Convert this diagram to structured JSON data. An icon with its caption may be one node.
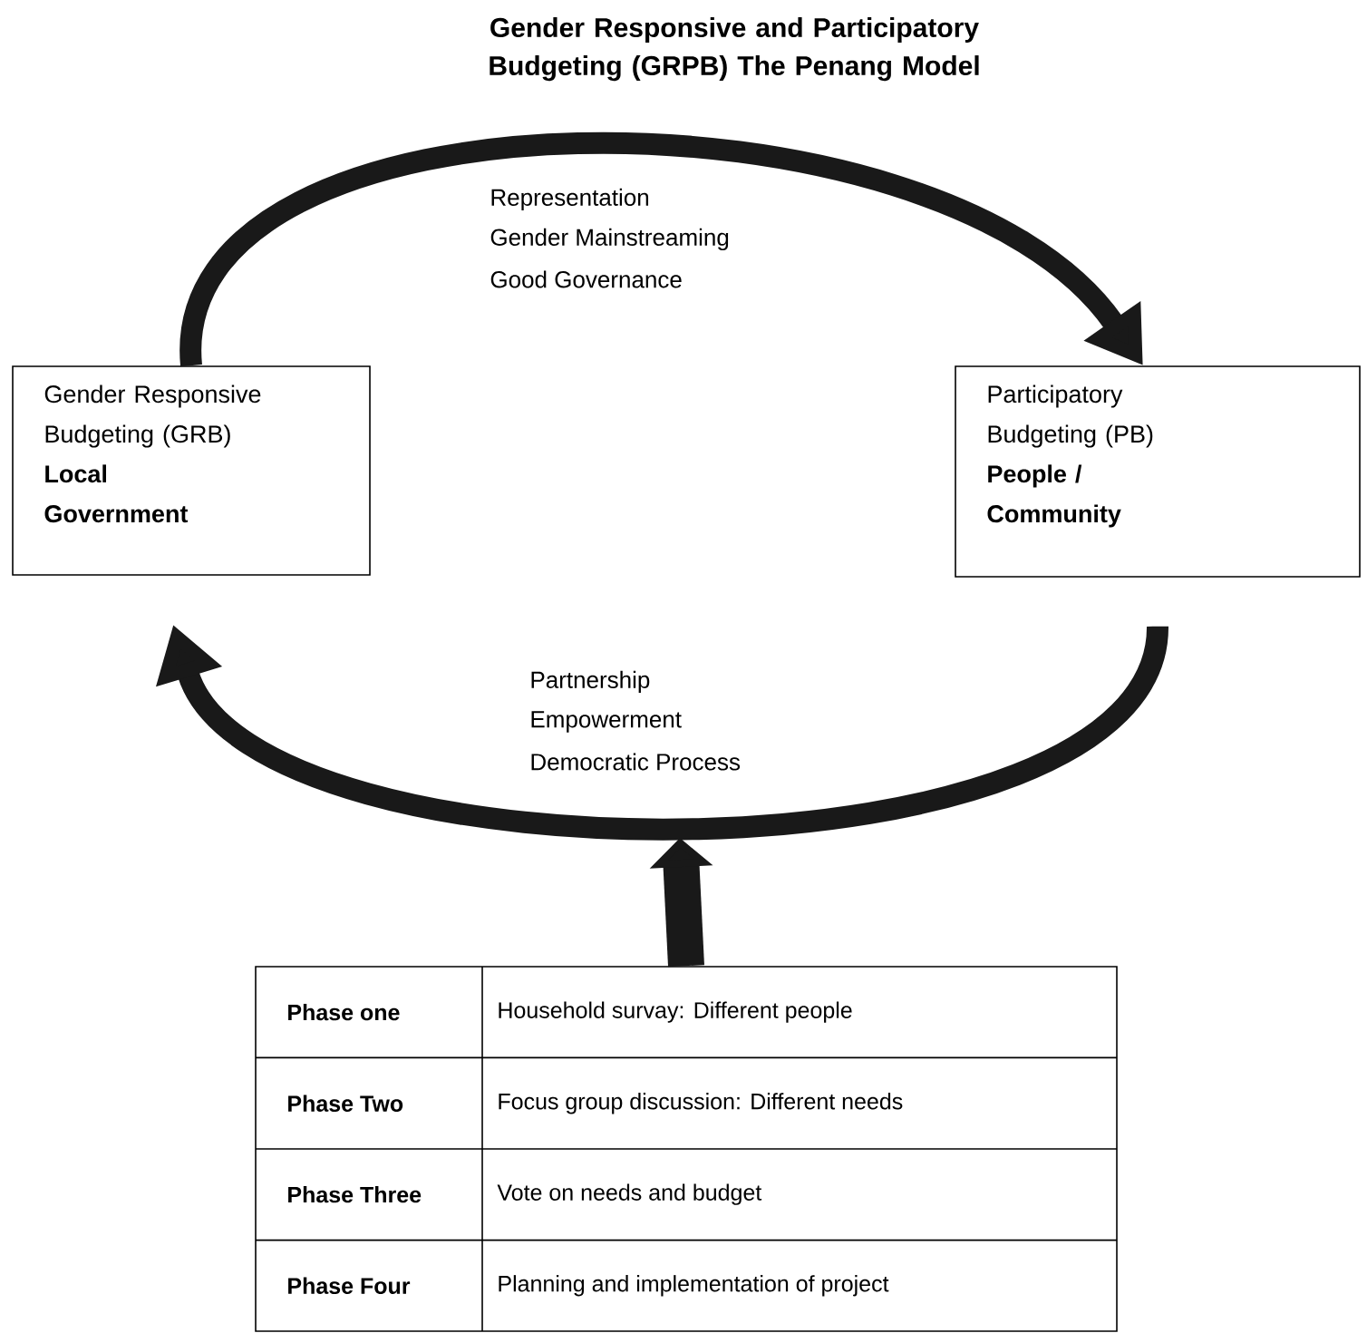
{
  "diagram": {
    "title": "Gender Responsive and Participatory Budgeting (GRPB) The Penang Model",
    "nodes": [
      {
        "text": [
          "Gender Responsive Budgeting (GRB)",
          "Local Government"
        ]
      },
      {
        "text": [
          "Participatory Budgeting (PB)",
          "People / Community"
        ]
      },
      {
        "text": [
          "Phase one",
          "Household survay: Different people",
          "Phase Two",
          "Focus group discussion: Different needs",
          "Phase Three",
          "Vote on needs and budget",
          "Phase Four",
          "Planning and implementation of project"
        ]
      }
    ],
    "edges": [
      {
        "from": 0,
        "to": 1,
        "arrow": "to"
      },
      {
        "from": 1,
        "to": 0,
        "arrow": "to"
      },
      {
        "from": 2,
        "to": null,
        "arrow": "to"
      }
    ],
    "labels": [
      "Representation",
      "Gender Mainstreaming",
      "Good Governance",
      "Partnership",
      "Empowerment",
      "Democratic Process"
    ]
  }
}
